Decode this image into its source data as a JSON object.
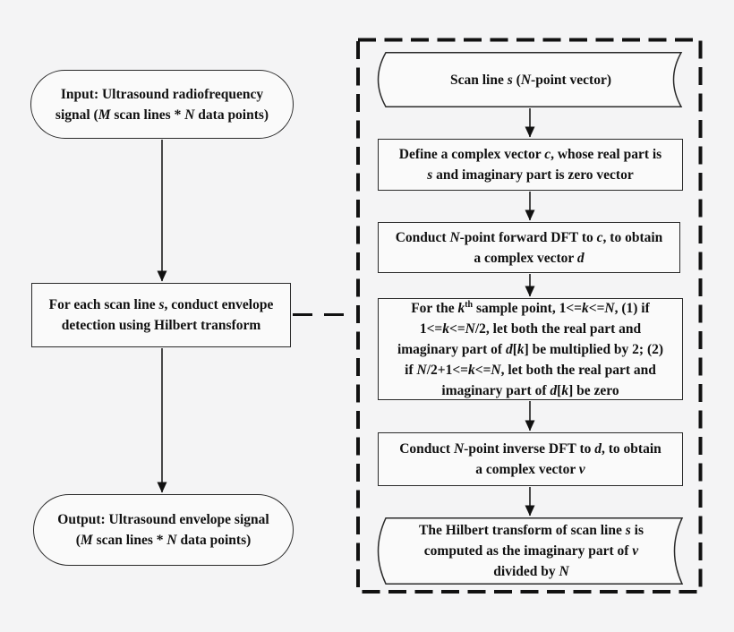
{
  "colors": {
    "background": "#f4f4f5",
    "node_fill": "#fafafa",
    "stroke": "#2a2a2a",
    "text": "#111111"
  },
  "main_flow": {
    "input_node": {
      "shape": "terminator",
      "lines": [
        [
          {
            "t": "Input: Ultrasound radiofrequency"
          }
        ],
        [
          {
            "t": "signal ("
          },
          {
            "t": "M",
            "i": true
          },
          {
            "t": " scan lines * "
          },
          {
            "t": "N",
            "i": true
          },
          {
            "t": " data points)"
          }
        ]
      ]
    },
    "process_node": {
      "shape": "process",
      "lines": [
        [
          {
            "t": "For each scan line "
          },
          {
            "t": "s",
            "i": true
          },
          {
            "t": ", conduct envelope"
          }
        ],
        [
          {
            "t": "detection using Hilbert transform"
          }
        ]
      ]
    },
    "output_node": {
      "shape": "terminator",
      "lines": [
        [
          {
            "t": "Output: Ultrasound envelope signal"
          }
        ],
        [
          {
            "t": "("
          },
          {
            "t": "M",
            "i": true
          },
          {
            "t": " scan lines * "
          },
          {
            "t": "N",
            "i": true
          },
          {
            "t": " data points)"
          }
        ]
      ]
    }
  },
  "detail_panel": {
    "border_style": "dashed",
    "nodes": {
      "scan_line": {
        "shape": "stored-data",
        "lines": [
          [
            {
              "t": "Scan line "
            },
            {
              "t": "s",
              "i": true
            },
            {
              "t": " ("
            },
            {
              "t": "N",
              "i": true
            },
            {
              "t": "-point vector)"
            }
          ]
        ]
      },
      "define_vector": {
        "shape": "process",
        "lines": [
          [
            {
              "t": "Define a complex vector "
            },
            {
              "t": "c",
              "i": true
            },
            {
              "t": ", whose real part is"
            }
          ],
          [
            {
              "t": "s",
              "i": true
            },
            {
              "t": " and imaginary part is zero vector"
            }
          ]
        ]
      },
      "forward_dft": {
        "shape": "process",
        "lines": [
          [
            {
              "t": "Conduct "
            },
            {
              "t": "N",
              "i": true
            },
            {
              "t": "-point forward DFT to "
            },
            {
              "t": "c",
              "i": true
            },
            {
              "t": ", to obtain"
            }
          ],
          [
            {
              "t": "a complex vector "
            },
            {
              "t": "d",
              "i": true
            }
          ]
        ]
      },
      "sample_rule": {
        "shape": "process",
        "lines": [
          [
            {
              "t": "For the "
            },
            {
              "t": "k",
              "i": true
            },
            {
              "t": "th",
              "sup": true
            },
            {
              "t": " sample point, 1<="
            },
            {
              "t": "k",
              "i": true
            },
            {
              "t": "<="
            },
            {
              "t": "N",
              "i": true
            },
            {
              "t": ", (1) if"
            }
          ],
          [
            {
              "t": "1<="
            },
            {
              "t": "k",
              "i": true
            },
            {
              "t": "<="
            },
            {
              "t": "N",
              "i": true
            },
            {
              "t": "/2, let both the real part and"
            }
          ],
          [
            {
              "t": "imaginary part of "
            },
            {
              "t": "d",
              "i": true
            },
            {
              "t": "["
            },
            {
              "t": "k",
              "i": true
            },
            {
              "t": "] be multiplied by 2; (2)"
            }
          ],
          [
            {
              "t": "if "
            },
            {
              "t": "N",
              "i": true
            },
            {
              "t": "/2+1<="
            },
            {
              "t": "k",
              "i": true
            },
            {
              "t": "<="
            },
            {
              "t": "N",
              "i": true
            },
            {
              "t": ", let both the real part and"
            }
          ],
          [
            {
              "t": "imaginary part of "
            },
            {
              "t": "d",
              "i": true
            },
            {
              "t": "["
            },
            {
              "t": "k",
              "i": true
            },
            {
              "t": "] be zero"
            }
          ]
        ]
      },
      "inverse_dft": {
        "shape": "process",
        "lines": [
          [
            {
              "t": "Conduct "
            },
            {
              "t": "N",
              "i": true
            },
            {
              "t": "-point inverse DFT to "
            },
            {
              "t": "d",
              "i": true
            },
            {
              "t": ", to obtain"
            }
          ],
          [
            {
              "t": "a complex vector "
            },
            {
              "t": "v",
              "i": true
            }
          ]
        ]
      },
      "hilbert_result": {
        "shape": "stored-data",
        "lines": [
          [
            {
              "t": "The Hilbert transform of scan line "
            },
            {
              "t": "s",
              "i": true
            },
            {
              "t": " is"
            }
          ],
          [
            {
              "t": "computed as the imaginary part of "
            },
            {
              "t": "v",
              "i": true
            }
          ],
          [
            {
              "t": "divided by "
            },
            {
              "t": "N",
              "i": true
            }
          ]
        ]
      }
    }
  },
  "connections": [
    {
      "from": "input_node",
      "to": "process_node",
      "type": "arrow"
    },
    {
      "from": "process_node",
      "to": "output_node",
      "type": "arrow"
    },
    {
      "from": "process_node",
      "to": "detail_panel",
      "type": "dashed-link"
    },
    {
      "from": "scan_line",
      "to": "define_vector",
      "type": "arrow"
    },
    {
      "from": "define_vector",
      "to": "forward_dft",
      "type": "arrow"
    },
    {
      "from": "forward_dft",
      "to": "sample_rule",
      "type": "arrow"
    },
    {
      "from": "sample_rule",
      "to": "inverse_dft",
      "type": "arrow"
    },
    {
      "from": "inverse_dft",
      "to": "hilbert_result",
      "type": "arrow"
    }
  ]
}
